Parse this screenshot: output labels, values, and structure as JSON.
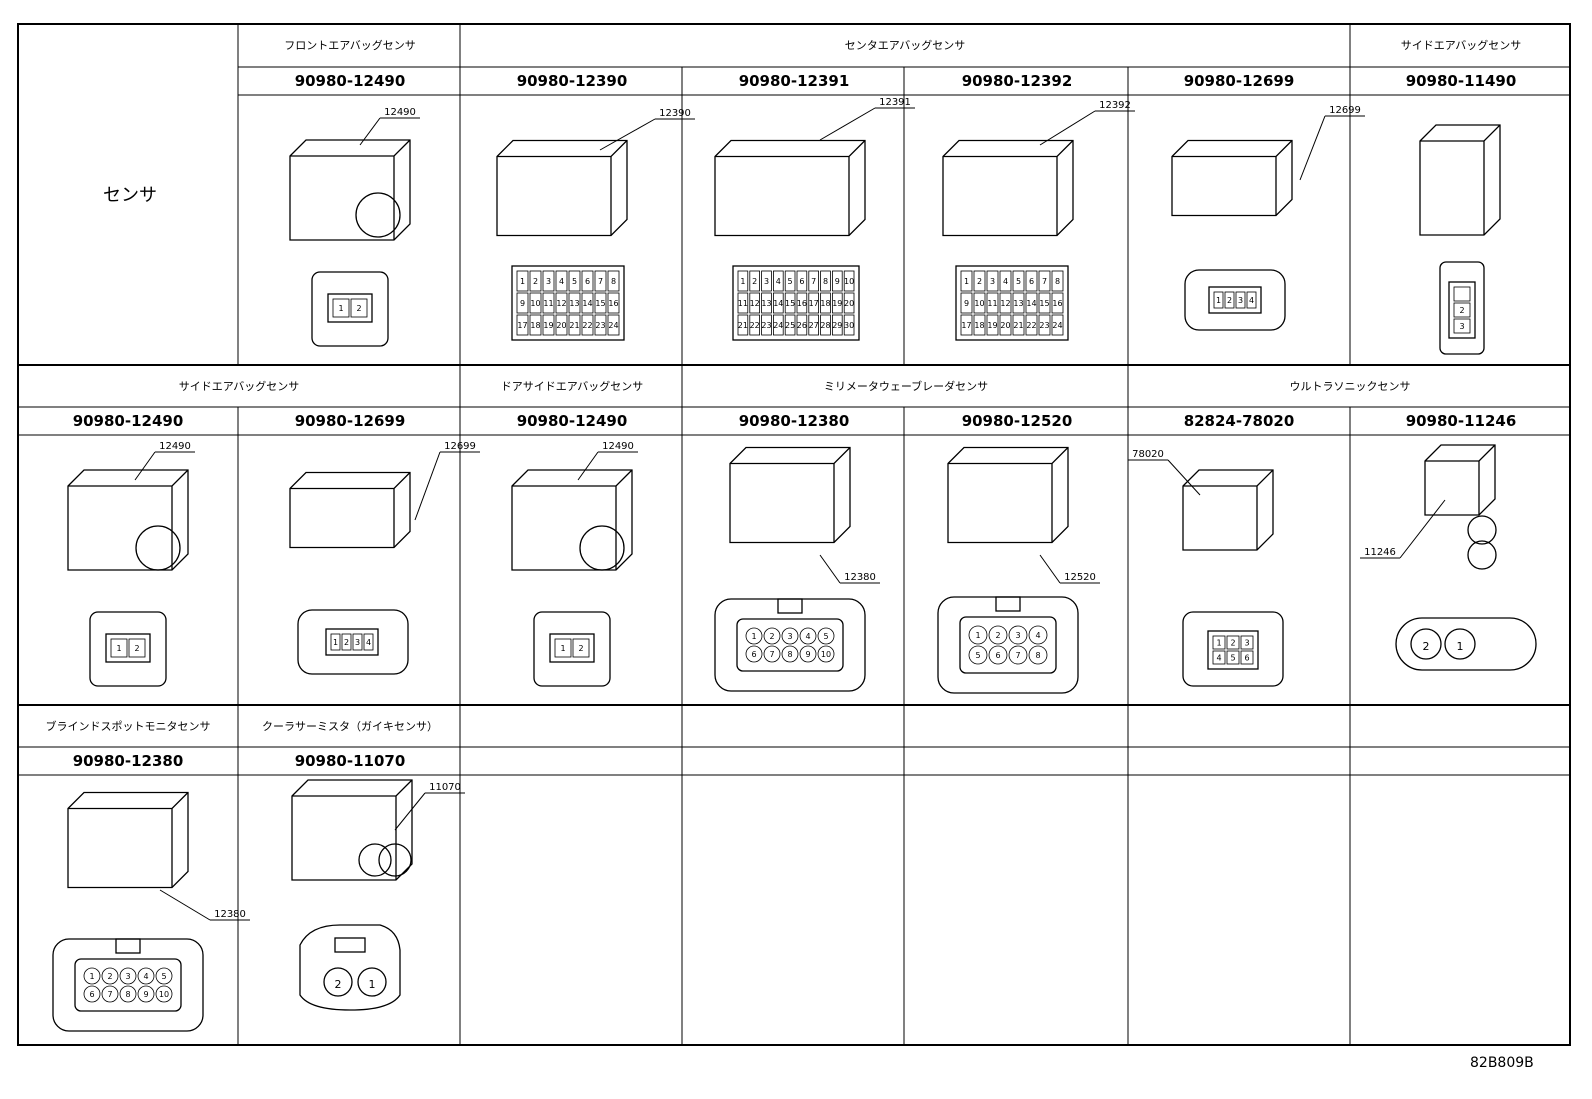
{
  "corner_label": "センサ",
  "figure_id": "82B809B",
  "rows": [
    {
      "headers": [
        {
          "text": "フロントエアバッグセンサ"
        },
        {
          "text": "センタエアバッグセンサ"
        },
        {
          "text": "サイドエアバッグセンサ"
        }
      ],
      "parts": [
        {
          "part": "90980-12490",
          "callout": "12490"
        },
        {
          "part": "90980-12390",
          "callout": "12390"
        },
        {
          "part": "90980-12391",
          "callout": "12391"
        },
        {
          "part": "90980-12392",
          "callout": "12392"
        },
        {
          "part": "90980-12699",
          "callout": "12699"
        },
        {
          "part": "90980-11490",
          "callout": ""
        }
      ]
    },
    {
      "headers": [
        {
          "text": "サイドエアバッグセンサ"
        },
        {
          "text": "ドアサイドエアバッグセンサ"
        },
        {
          "text": "ミリメータウェーブレーダセンサ"
        },
        {
          "text": "ウルトラソニックセンサ"
        }
      ],
      "parts": [
        {
          "part": "90980-12490",
          "callout": "12490"
        },
        {
          "part": "90980-12699",
          "callout": "12699"
        },
        {
          "part": "90980-12490",
          "callout": "12490"
        },
        {
          "part": "90980-12380",
          "callout": "12380"
        },
        {
          "part": "90980-12520",
          "callout": "12520"
        },
        {
          "part": "82824-78020",
          "callout": "78020"
        },
        {
          "part": "90980-11246",
          "callout": "11246"
        }
      ]
    },
    {
      "headers": [
        {
          "text": "ブラインドスポットモニタセンサ"
        },
        {
          "text": "クーラサーミスタ（ガイキセンサ）"
        }
      ],
      "parts": [
        {
          "part": "90980-12380",
          "callout": "12380"
        },
        {
          "part": "90980-11070",
          "callout": "11070"
        }
      ]
    }
  ],
  "pin_labels": {
    "p2": [
      "1",
      "2"
    ],
    "p2r": [
      "2",
      "1"
    ],
    "p4": [
      "1",
      "2",
      "3",
      "4"
    ],
    "p6": [
      "1",
      "2",
      "3",
      "4",
      "5",
      "6"
    ],
    "p8": [
      "1",
      "2",
      "3",
      "4",
      "5",
      "6",
      "7",
      "8"
    ],
    "p10": [
      "1",
      "2",
      "3",
      "4",
      "5",
      "6",
      "7",
      "8",
      "9",
      "10"
    ],
    "p24": [
      "1",
      "2",
      "3",
      "4",
      "5",
      "6",
      "7",
      "8",
      "9",
      "10",
      "11",
      "12",
      "13",
      "14",
      "15",
      "16",
      "17",
      "18",
      "19",
      "20",
      "21",
      "22",
      "23",
      "24"
    ],
    "p30": [
      "1",
      "2",
      "3",
      "4",
      "5",
      "6",
      "7",
      "8",
      "9",
      "10",
      "11",
      "12",
      "13",
      "14",
      "15",
      "16",
      "17",
      "18",
      "19",
      "20",
      "21",
      "22",
      "23",
      "24",
      "25",
      "26",
      "27",
      "28",
      "29",
      "30"
    ]
  }
}
